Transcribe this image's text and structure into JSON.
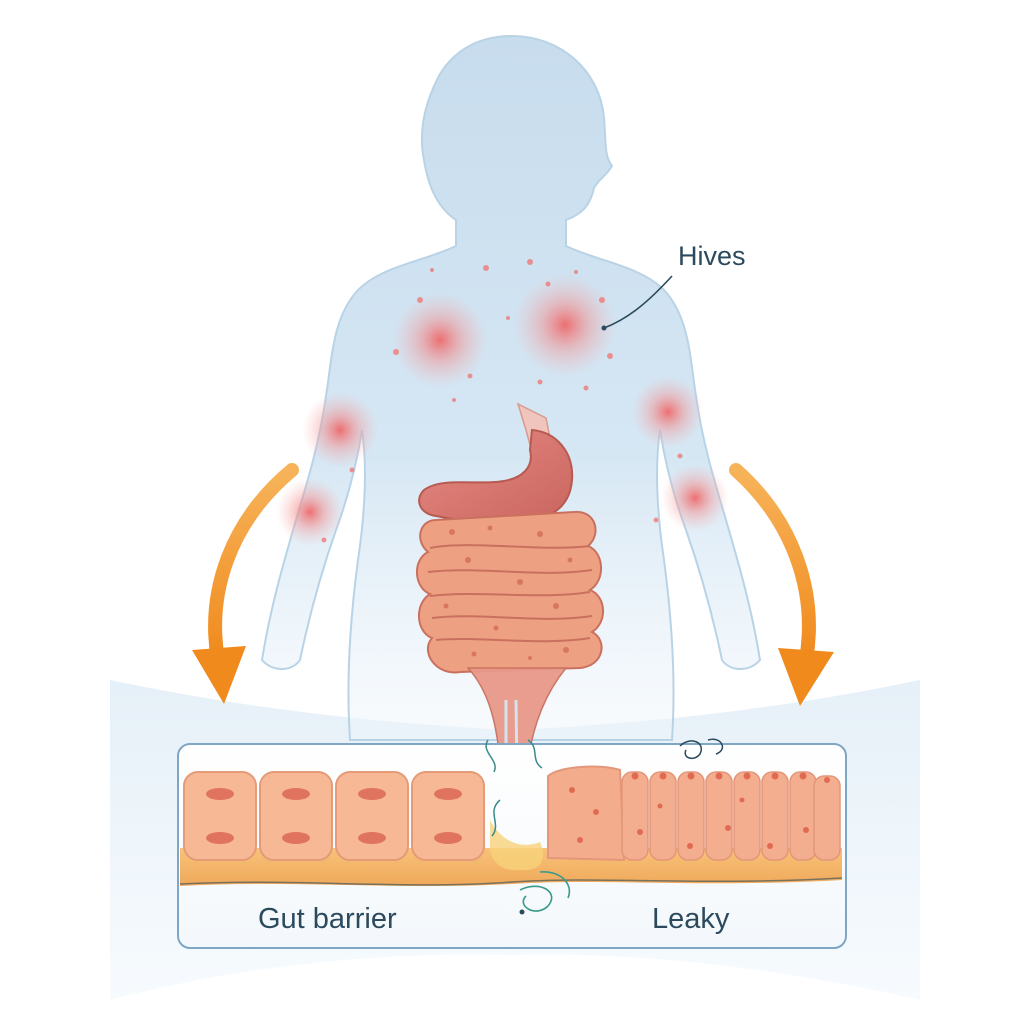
{
  "labels": {
    "hives": "Hives",
    "gut_barrier": "Gut barrier",
    "leaky": "Leaky"
  },
  "colors": {
    "body": "#cfe3f2",
    "body_outline": "#a9c8df",
    "skin_rash": "#f07a78",
    "intestine": "#e9907f",
    "intestine_dark": "#c9604f",
    "arrow": "#f39a2a",
    "cell": "#f7b896",
    "label_text": "#2c4a5e",
    "panel_border": "#7fa6c4"
  },
  "icons": [
    "arrow-left-icon",
    "arrow-right-icon"
  ]
}
